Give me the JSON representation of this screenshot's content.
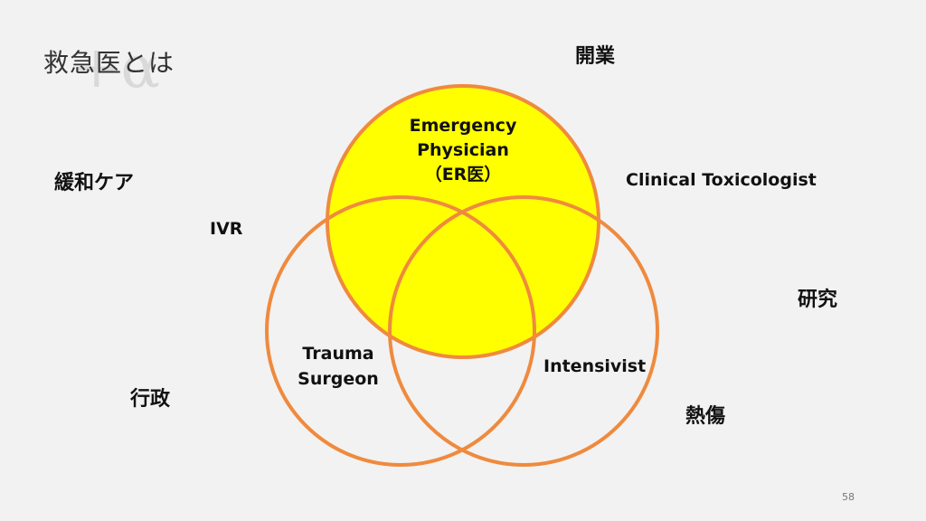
{
  "slide": {
    "title": "救急医とは",
    "title_ghost": "+α",
    "page_number": "58"
  },
  "venn": {
    "circle_top": {
      "line1": "Emergency",
      "line2": "Physician",
      "line3": "（ER医）"
    },
    "circle_left": {
      "line1": "Trauma",
      "line2": "Surgeon"
    },
    "circle_right": {
      "line1": "Intensivist"
    }
  },
  "surrounding_labels": {
    "kaigyo": "開業",
    "kanwa_care": "緩和ケア",
    "ivr": "IVR",
    "clinical_toxicologist": "Clinical Toxicologist",
    "kenkyu": "研究",
    "gyosei": "行政",
    "nessho": "熱傷"
  },
  "colors": {
    "circle_stroke": "#ef8a3e",
    "top_fill": "#ffff00",
    "background": "#f2f2f2"
  }
}
